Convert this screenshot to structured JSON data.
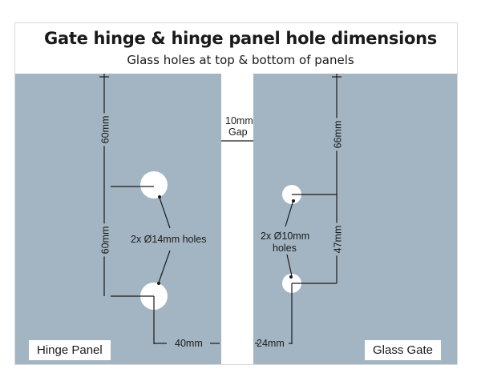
{
  "title": "Gate hinge & hinge panel hole dimensions",
  "subtitle": "Glass holes at top & bottom of panels",
  "hinge_panel": {
    "label": "Hinge Panel",
    "top_dimension": "60mm",
    "middle_dimension": "60mm",
    "holes_label": "2x Ø14mm holes",
    "edge_dimension": "40mm"
  },
  "gap": {
    "label_line1": "10mm",
    "label_line2": "Gap"
  },
  "glass_gate": {
    "label": "Glass Gate",
    "top_dimension": "66mm",
    "middle_dimension": "47mm",
    "holes_label_line1": "2x Ø10mm",
    "holes_label_line2": "holes",
    "edge_dimension": "24mm"
  },
  "colors": {
    "panel": "#a3b5c3",
    "hole": "#ffffff",
    "line": "#1a1a1a"
  }
}
